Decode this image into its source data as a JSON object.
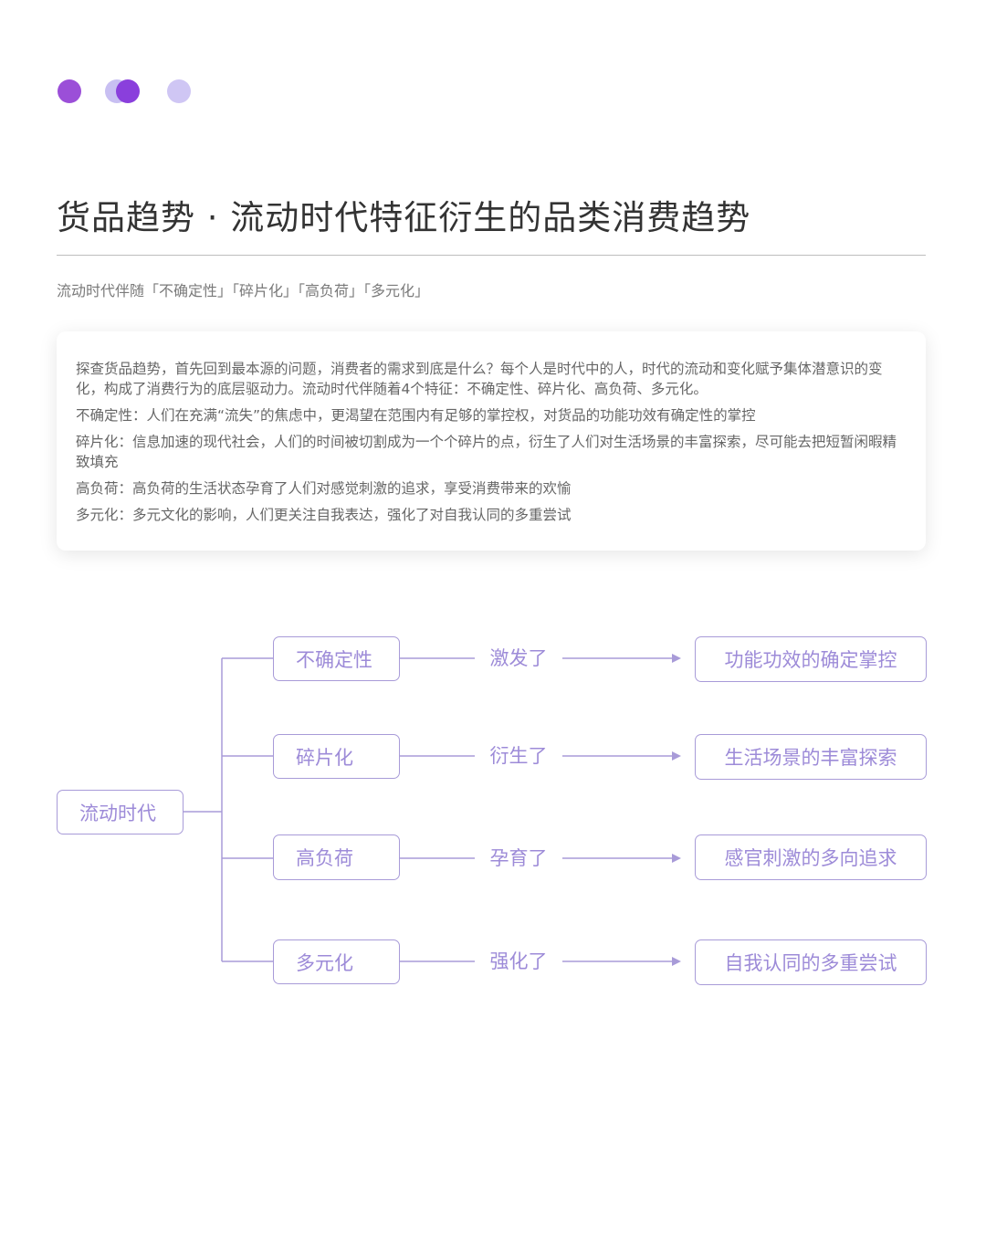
{
  "header": {
    "dots": [
      {
        "name": "dot-1",
        "color": "#9b4fd8"
      },
      {
        "name": "dot-2-back",
        "color": "#c8bff2"
      },
      {
        "name": "dot-2-front",
        "color": "#8a3fdc"
      },
      {
        "name": "dot-3",
        "color": "#cfc6f4"
      }
    ],
    "title": "货品趋势 · 流动时代特征衍生的品类消费趋势",
    "subtitle": "流动时代伴随「不确定性」「碎片化」「高负荷」「多元化」"
  },
  "card": {
    "paragraphs": [
      "探查货品趋势，首先回到最本源的问题，消费者的需求到底是什么？每个人是时代中的人，时代的流动和变化赋予集体潜意识的变化，构成了消费行为的底层驱动力。流动时代伴随着4个特征：不确定性、碎片化、高负荷、多元化。",
      "不确定性：人们在充满“流失”的焦虑中，更渴望在范围内有足够的掌控权，对货品的功能功效有确定性的掌控",
      "碎片化：信息加速的现代社会，人们的时间被切割成为一个个碎片的点，衍生了人们对生活场景的丰富探索，尽可能去把短暂闲暇精致填充",
      "高负荷：高负荷的生活状态孕育了人们对感觉刺激的追求，享受消费带来的欢愉",
      "多元化：多元文化的影响，人们更关注自我表达，强化了对自我认同的多重尝试"
    ]
  },
  "diagram": {
    "root": "流动时代",
    "accent_color": "#9d8bd8",
    "branches": [
      {
        "feature": "不确定性",
        "verb": "激发了",
        "result": "功能功效的确定掌控"
      },
      {
        "feature": "碎片化",
        "verb": "衍生了",
        "result": "生活场景的丰富探索"
      },
      {
        "feature": "高负荷",
        "verb": "孕育了",
        "result": "感官刺激的多向追求"
      },
      {
        "feature": "多元化",
        "verb": "强化了",
        "result": "自我认同的多重尝试"
      }
    ]
  }
}
